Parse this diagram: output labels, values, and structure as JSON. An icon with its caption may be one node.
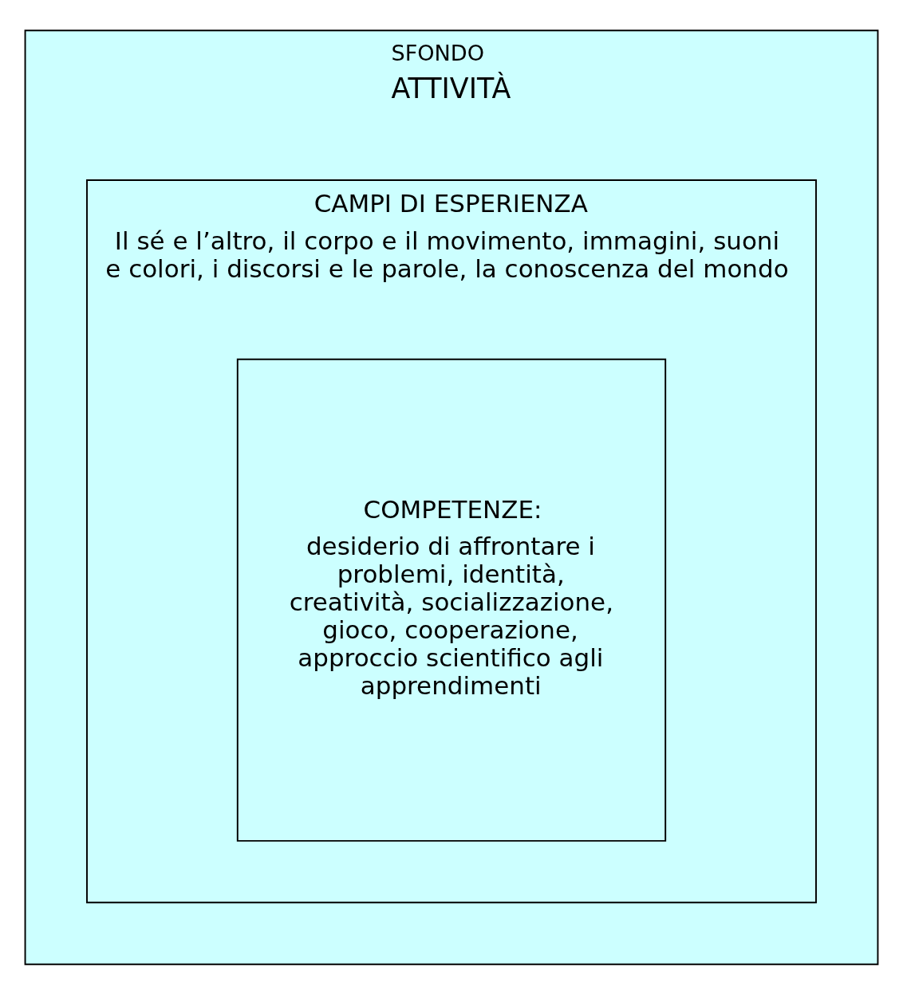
{
  "diagram": {
    "nodes": [
      {
        "text": [
          "SFONDO",
          "ATTIVITÀ"
        ]
      },
      {
        "text": [
          "CAMPI DI ESPERIENZA",
          "Il sé e l’altro, il corpo e il movimento, immagini, suoni e colori, i discorsi e le parole, la conoscenza del mondo"
        ],
        "in": 0
      },
      {
        "text": [
          "COMPETENZE:",
          "desiderio di affrontare i problemi, identità, creatività, socializzazione, gioco, cooperazione, approccio scientifico agli apprendimenti"
        ],
        "in": 1
      }
    ]
  }
}
